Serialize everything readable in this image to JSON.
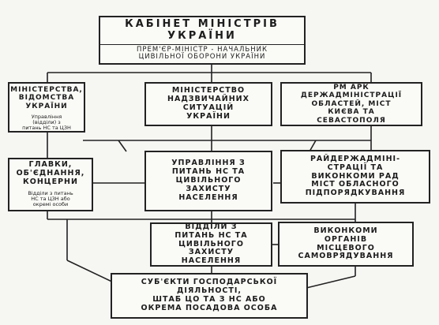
{
  "cabinet": {
    "title": "КАБІНЕТ МІНІСТРІВ\nУКРАЇНИ",
    "subtitle": "ПРЕМ'ЄР-МІНІСТР - НАЧАЛЬНИК\nЦИВІЛЬНОЇ ОБОРОНИ УКРАЇНИ"
  },
  "level2": {
    "ministries": {
      "title": "МІНІСТЕРСТВА,\nВІДОМСТВА\nУКРАЇНИ",
      "note": "Управління\n(відділи) з\nпитань НС та ЦЗН"
    },
    "emergency_ministry": {
      "title": "МІНІСТЕРСТВО\nНАДЗВИЧАЙНИХ\nСИТУАЦІЙ\nУКРАЇНИ"
    },
    "regional": {
      "title": "РМ АРК\nДЕРЖАДМІНІСТРАЦІЇ\nОБЛАСТЕЙ, МІСТ\nКИЄВА ТА\nСЕВАСТОПОЛЯ"
    }
  },
  "level3": {
    "concerns": {
      "title": "ГЛАВКИ,\nОБ'ЄДНАННЯ,\nКОНЦЕРНИ",
      "note": "Відділи з питань\nНС та ЦЗН або\nокремі особи"
    },
    "departments": {
      "title": "УПРАВЛІННЯ З\nПИТАНЬ НС ТА\nЦИВІЛЬНОГО\nЗАХИСТУ\nНАСЕЛЕННЯ"
    },
    "district_admins": {
      "title": "РАЙДЕРЖАДМІНІ-\nСТРАЦІЇ ТА\nВИКОНКОМИ РАД\nМІСТ ОБЛАСНОГО\nПІДПОРЯДКУВАННЯ"
    }
  },
  "level4": {
    "sections": {
      "title": "ВІДДІЛИ З\nПИТАНЬ НС ТА\nЦИВІЛЬНОГО\nЗАХИСТУ\nНАСЕЛЕННЯ"
    },
    "local_gov": {
      "title": "ВИКОНКОМИ\nОРГАНІВ\nМІСЦЕВОГО\nСАМОВРЯДУВАННЯ"
    }
  },
  "bottom": {
    "title": "СУБ'ЄКТИ ГОСПОДАРСЬКОЇ\nДІЯЛЬНОСТІ,\nШТАБ ЦО ТА З НС АБО\nОКРЕМА ПОСАДОВА ОСОБА"
  }
}
